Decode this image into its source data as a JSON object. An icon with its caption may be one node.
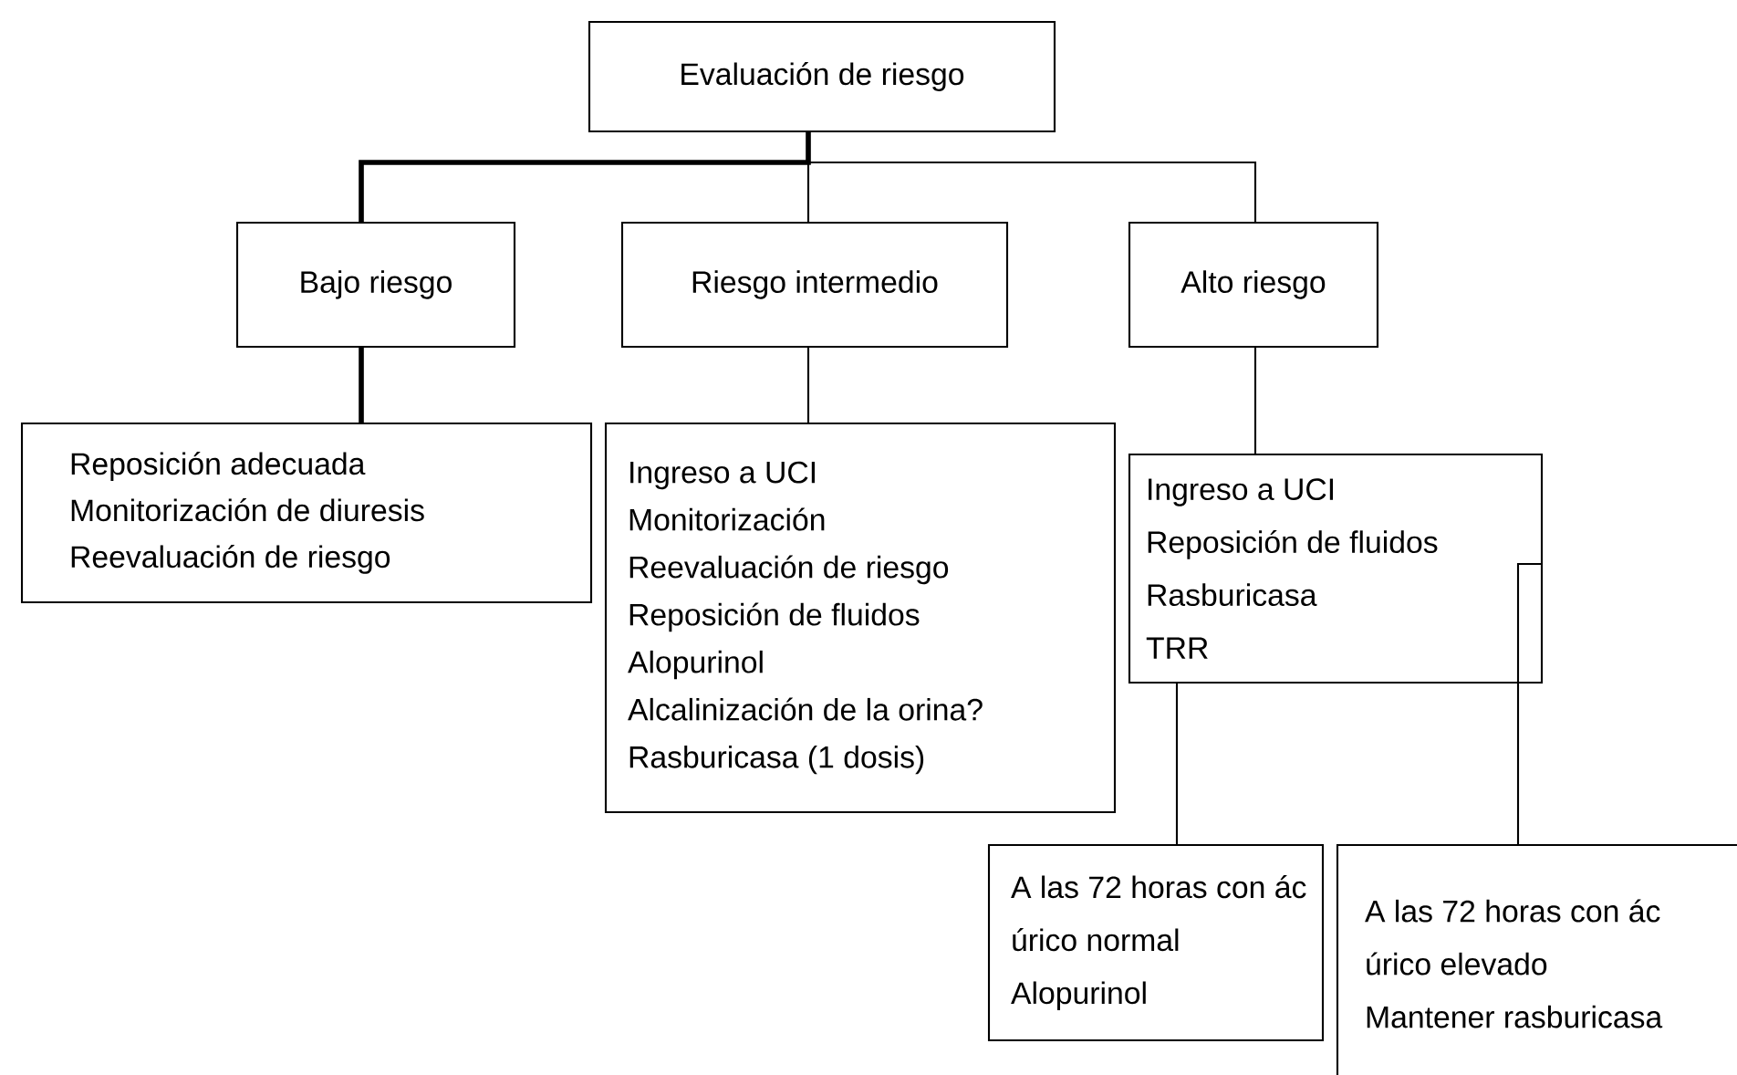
{
  "diagram": {
    "nodes": [
      {
        "text": [
          "Evaluación de riesgo"
        ]
      },
      {
        "text": [
          "Bajo riesgo"
        ]
      },
      {
        "text": [
          "Riesgo intermedio"
        ]
      },
      {
        "text": [
          "Alto riesgo"
        ]
      },
      {
        "text": [
          "Reposición adecuada",
          "Monitorización de diuresis",
          "Reevaluación de riesgo"
        ]
      },
      {
        "text": [
          "Ingreso a UCI",
          "Monitorización",
          "Reevaluación de riesgo",
          "Reposición de fluidos",
          "Alopurinol",
          "Alcalinización de la orina?",
          "Rasburicasa (1 dosis)"
        ]
      },
      {
        "text": [
          "Ingreso a UCI",
          "Reposición de fluidos",
          "Rasburicasa",
          "TRR"
        ]
      },
      {
        "text": [
          "A las 72 horas con ác úrico normal",
          "Alopurinol"
        ]
      },
      {
        "text": [
          "A las 72 horas con ác úrico elevado",
          "Mantener rasburicasa"
        ]
      }
    ],
    "edges": [
      {
        "from": 0,
        "to": 1,
        "arrow": "none",
        "style": "thick"
      },
      {
        "from": 0,
        "to": 2,
        "arrow": "none"
      },
      {
        "from": 0,
        "to": 3,
        "arrow": "none"
      },
      {
        "from": 1,
        "to": 4,
        "arrow": "none",
        "style": "thick"
      },
      {
        "from": 2,
        "to": 5,
        "arrow": "none"
      },
      {
        "from": 3,
        "to": 6,
        "arrow": "none"
      },
      {
        "from": 6,
        "to": 7,
        "arrow": "none"
      },
      {
        "from": 6,
        "to": 8,
        "arrow": "none"
      }
    ]
  }
}
